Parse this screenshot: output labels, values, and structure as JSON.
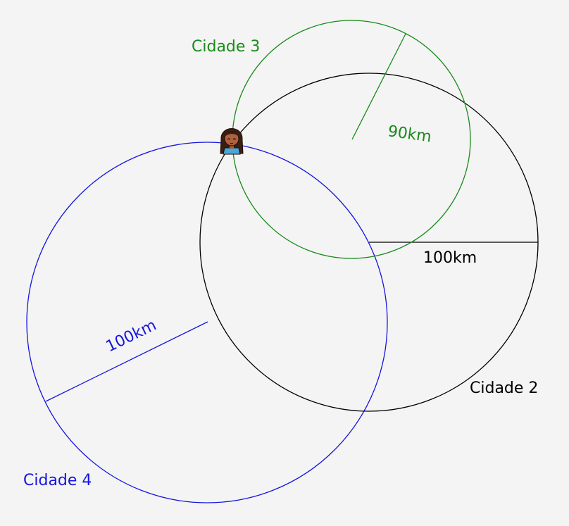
{
  "background": "#f4f4f4",
  "circles": [
    {
      "id": "cidade-2",
      "name": "Cidade 2",
      "color": "#000000",
      "radius_label": "100km"
    },
    {
      "id": "cidade-3",
      "name": "Cidade 3",
      "color": "#1a8a1a",
      "radius_label": "90km"
    },
    {
      "id": "cidade-4",
      "name": "Cidade 4",
      "color": "#1515e0",
      "radius_label": "100km"
    }
  ],
  "person_icon": "person-avatar-icon"
}
